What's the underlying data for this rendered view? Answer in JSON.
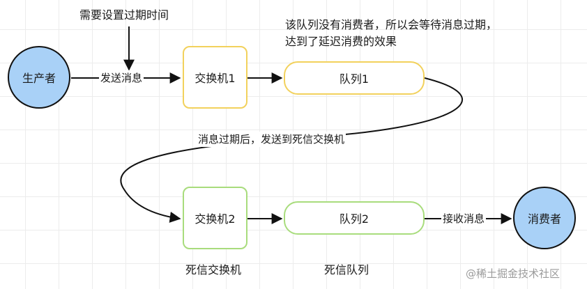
{
  "nodes": {
    "producer": "生产者",
    "exchange1": "交换机1",
    "queue1": "队列1",
    "exchange2": "交换机2",
    "queue2": "队列2",
    "consumer": "消费者"
  },
  "edges": {
    "send": "发送消息",
    "dead_letter_route": "消息过期后，发送到死信交换机",
    "receive": "接收消息"
  },
  "annotations": {
    "set_expiry": "需要设置过期时间",
    "no_consumer_line1": "该队列没有消费者，所以会等待消息过期，",
    "no_consumer_line2": "达到了延迟消费的效果"
  },
  "captions": {
    "dead_exchange": "死信交换机",
    "dead_queue": "死信队列"
  },
  "watermark": "@稀土掘金技术社区",
  "colors": {
    "circle_fill": "#a9d1f7",
    "group1_border": "#f2d15c",
    "group2_border": "#a8dc7c",
    "line": "#111111"
  }
}
